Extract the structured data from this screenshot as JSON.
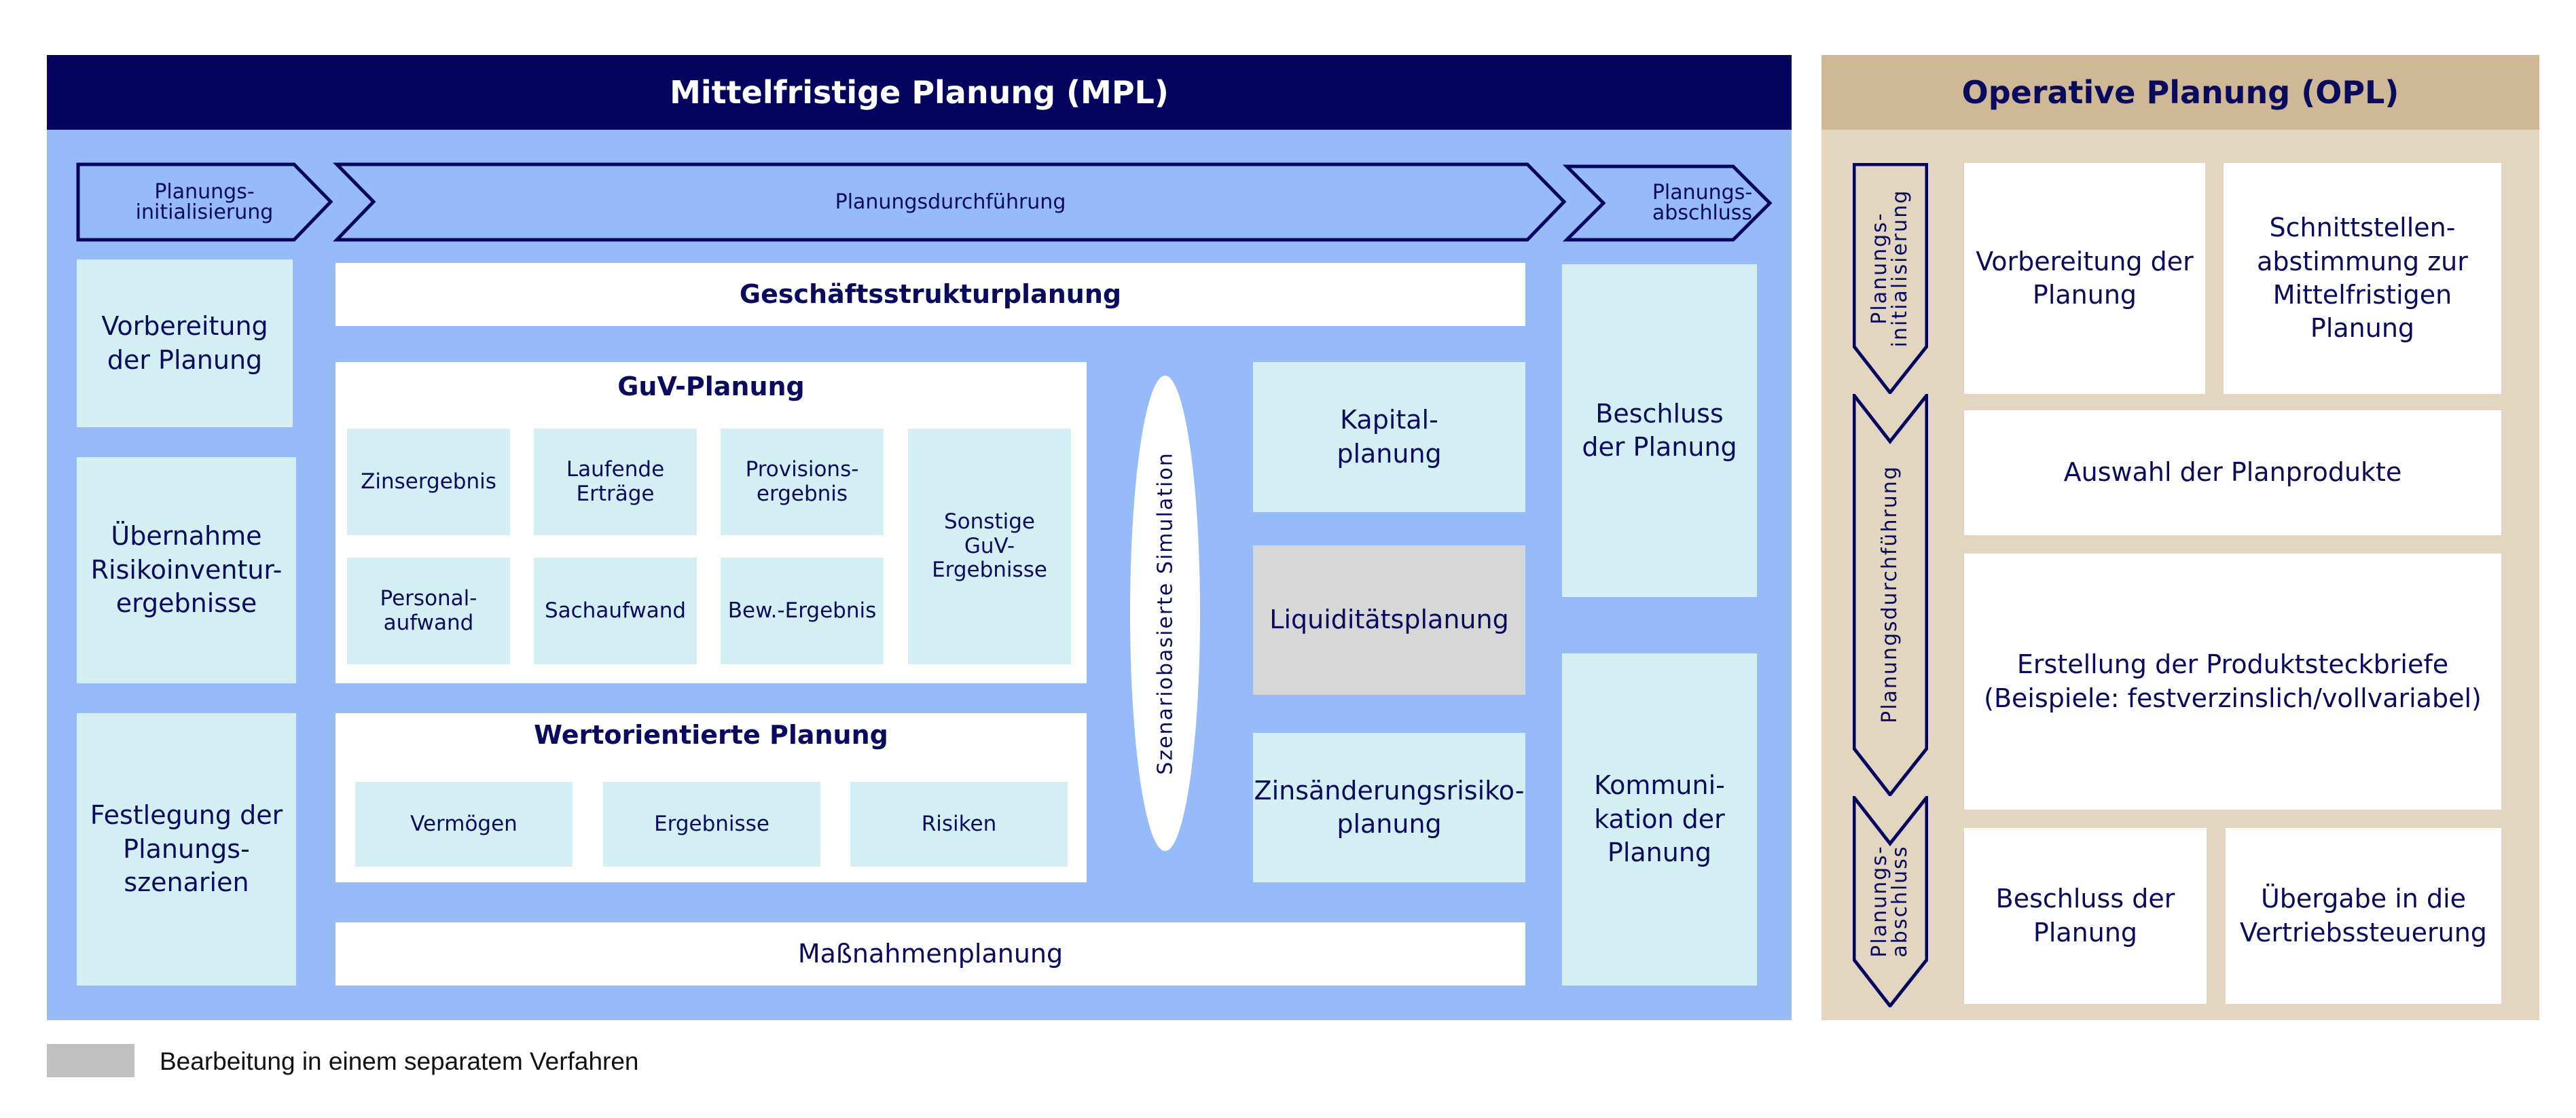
{
  "mpl": {
    "title": "Mittelfristige Planung (MPL)",
    "phases": {
      "init": "Planungs-\ninitialisierung",
      "execution": "Planungsdurchführung",
      "close": "Planungs-\nabschluss"
    },
    "left_column": {
      "preparation": "Vorbereitung\nder Planung",
      "risk_inventory": "Übernahme\nRisikoinventur-\nergebnisse",
      "scenarios": "Festlegung der\nPlanungs-\nszenarien"
    },
    "business_structure": "Geschäftsstrukturplanung",
    "guv": {
      "title": "GuV-Planung",
      "items": [
        "Zinsergebnis",
        "Laufende\nErträge",
        "Provisions-\nergebnis",
        "Sonstige\nGuV-\nErgebnisse",
        "Personal-\naufwand",
        "Sachaufwand",
        "Bew.-Ergebnis"
      ]
    },
    "value_oriented": {
      "title": "Wertorientierte Planung",
      "items": [
        "Vermögen",
        "Ergebnisse",
        "Risiken"
      ]
    },
    "measures": "Maßnahmenplanung",
    "simulation": "Szenariobasierte Simulation",
    "capital": "Kapital-\nplanung",
    "liquidity": "Liquiditätsplanung",
    "interest_risk": "Zinsänderungsrisiko-\nplanung",
    "resolution": "Beschluss\nder Planung",
    "communication": "Kommuni-\nkation der\nPlanung"
  },
  "opl": {
    "title": "Operative Planung (OPL)",
    "phases": {
      "init": "Planungs-\ninitialisierung",
      "execution": "Planungsdurchführung",
      "close": "Planungs-\nabschluss"
    },
    "preparation": "Vorbereitung der\nPlanung",
    "interface": "Schnittstellen-\nabstimmung zur\nMittelfristigen\nPlanung",
    "product_selection": "Auswahl der Planprodukte",
    "product_sheets": "Erstellung der Produktsteckbriefe\n(Beispiele: festverzinslich/vollvariabel)",
    "resolution": "Beschluss der\nPlanung",
    "handover": "Übergabe in die\nVertriebssteuerung"
  },
  "legend": {
    "separate_process": "Bearbeitung in einem separatem Verfahren"
  },
  "colors": {
    "mpl_header": "#04035e",
    "mpl_background": "#97bbf8",
    "opl_header": "#cfb896",
    "opl_background": "#e3d6c0",
    "task_box": "#d4eff4",
    "separate_process": "#d7d7d7",
    "text": "#0a0a5e"
  }
}
